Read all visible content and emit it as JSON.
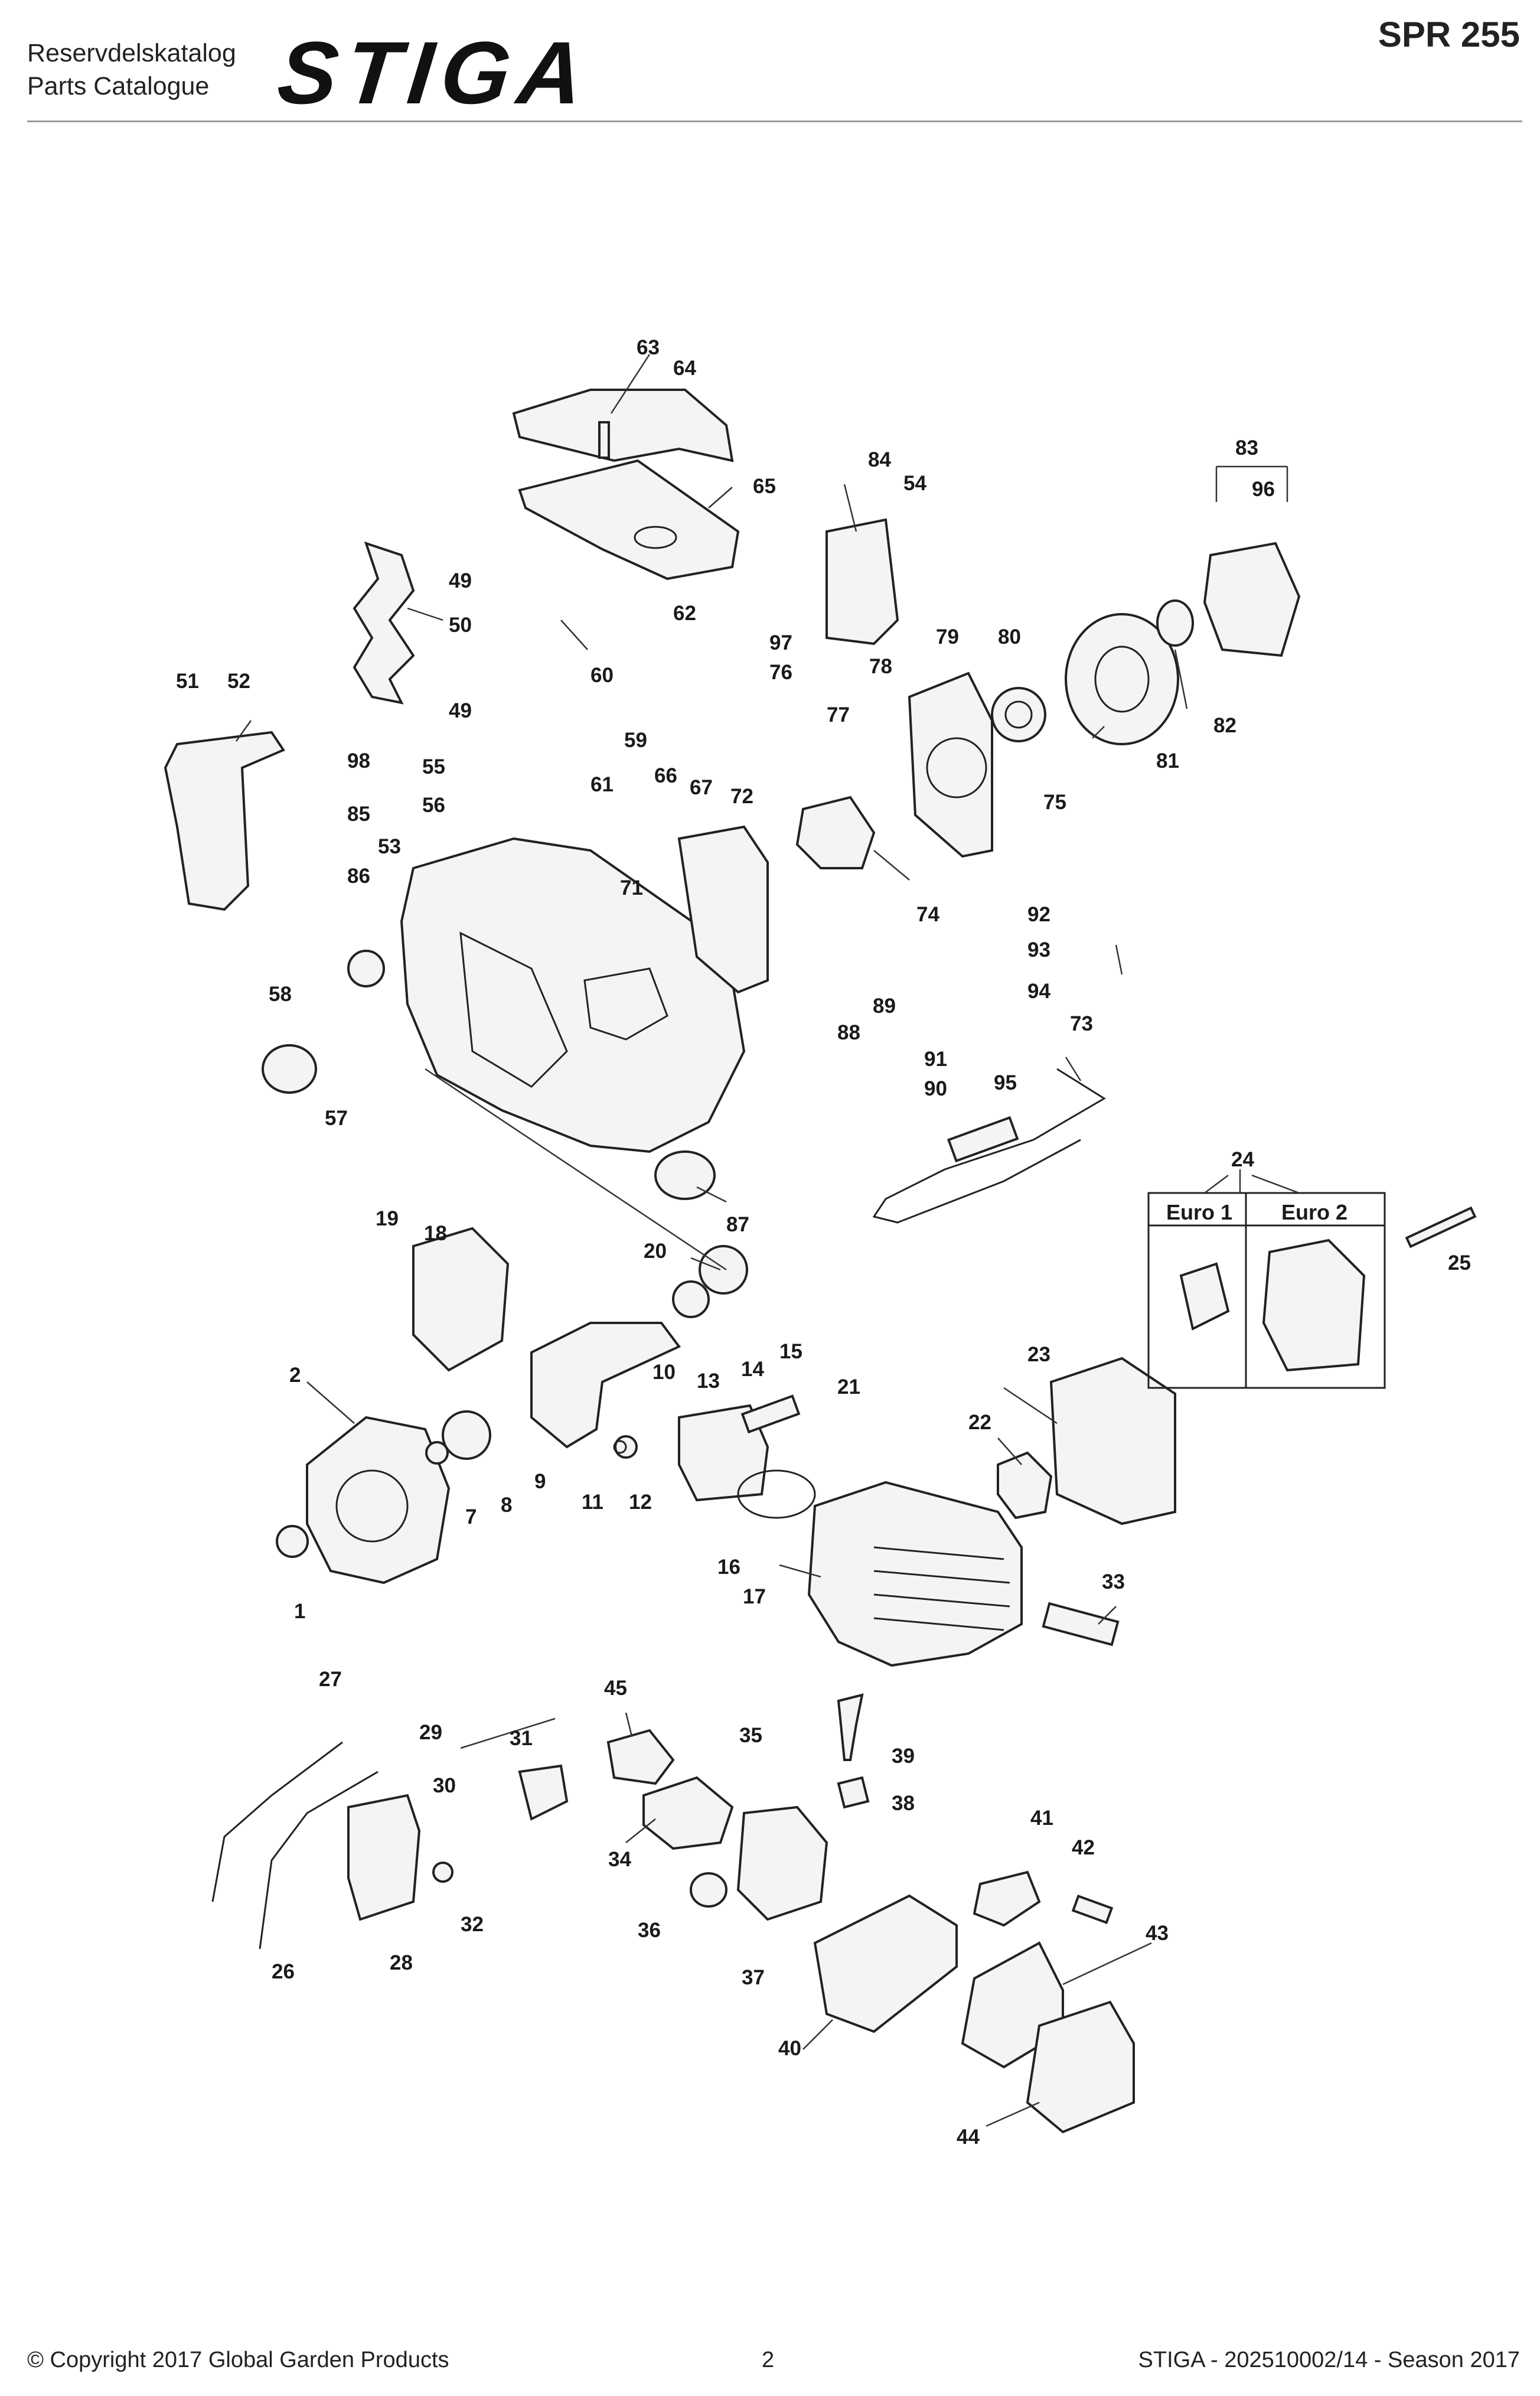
{
  "header": {
    "catalog_title_sv": "Reservdelskatalog",
    "catalog_title_en": "Parts Catalogue",
    "brand_logo": "STIGA",
    "model": "SPR 255"
  },
  "diagram": {
    "callouts": [
      "1",
      "2",
      "7",
      "8",
      "9",
      "10",
      "11",
      "12",
      "13",
      "14",
      "15",
      "16",
      "17",
      "18",
      "19",
      "20",
      "21",
      "22",
      "23",
      "24",
      "25",
      "26",
      "27",
      "28",
      "29",
      "30",
      "31",
      "32",
      "33",
      "34",
      "35",
      "36",
      "37",
      "38",
      "39",
      "40",
      "41",
      "42",
      "43",
      "44",
      "45",
      "49",
      "50",
      "51",
      "52",
      "53",
      "54",
      "55",
      "56",
      "57",
      "58",
      "59",
      "60",
      "61",
      "62",
      "63",
      "64",
      "65",
      "66",
      "67",
      "71",
      "72",
      "73",
      "74",
      "75",
      "76",
      "77",
      "78",
      "79",
      "80",
      "81",
      "82",
      "83",
      "84",
      "85",
      "86",
      "87",
      "88",
      "89",
      "90",
      "91",
      "92",
      "93",
      "94",
      "95",
      "96",
      "97",
      "98"
    ],
    "variant_box": {
      "label_1": "Euro 1",
      "label_2": "Euro 2"
    }
  },
  "footer": {
    "copyright": "© Copyright 2017 Global Garden Products",
    "page_number": "2",
    "document_ref": "STIGA - 202510002/14 - Season 2017"
  }
}
